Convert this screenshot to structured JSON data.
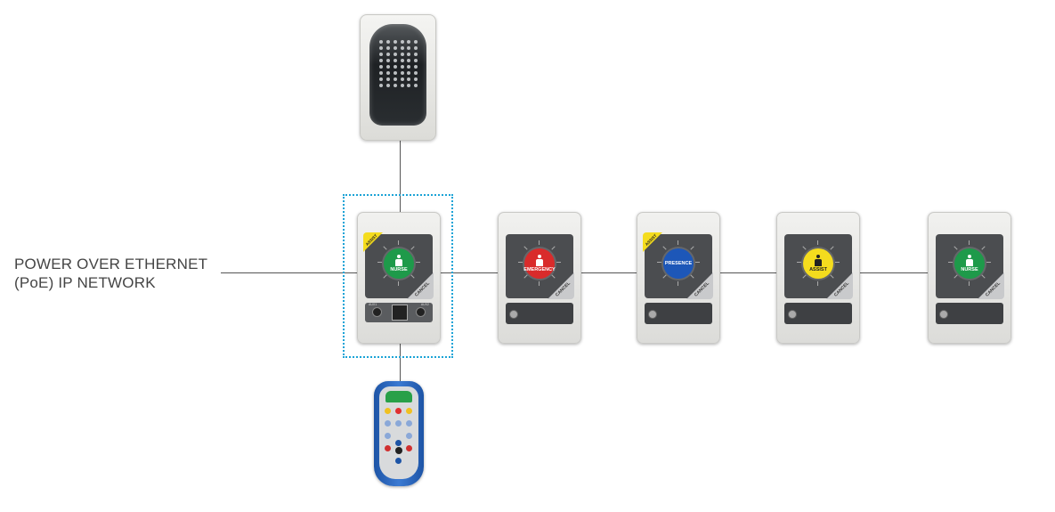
{
  "network_label_line1": "POWER OVER ETHERNET",
  "network_label_line2": "(PoE) IP NETWORK",
  "colors": {
    "connector": "#555555",
    "selection": "#1ba3d6",
    "nurse": "#1e9a4a",
    "emergency": "#d92b2b",
    "presence": "#1d57b8",
    "assist": "#f4dc1e"
  },
  "devices": {
    "dome_light": {
      "icon": "led-dome-light"
    },
    "remote": {
      "icon": "handheld-remote"
    },
    "main_unit": {
      "button_label": "NURSE",
      "corner_label": "ASSIST",
      "cancel_label": "CANCEL",
      "jack_left": "AUX1",
      "jack_right": "AUX2"
    },
    "units": [
      {
        "button_label": "EMERGENCY",
        "corner_label": "",
        "cancel_label": "CANCEL"
      },
      {
        "button_label": "PRESENCE",
        "corner_label": "ASSIST",
        "cancel_label": "CANCEL"
      },
      {
        "button_label": "ASSIST",
        "corner_label": "",
        "cancel_label": "CANCEL"
      },
      {
        "button_label": "NURSE",
        "corner_label": "",
        "cancel_label": "CANCEL"
      }
    ]
  }
}
